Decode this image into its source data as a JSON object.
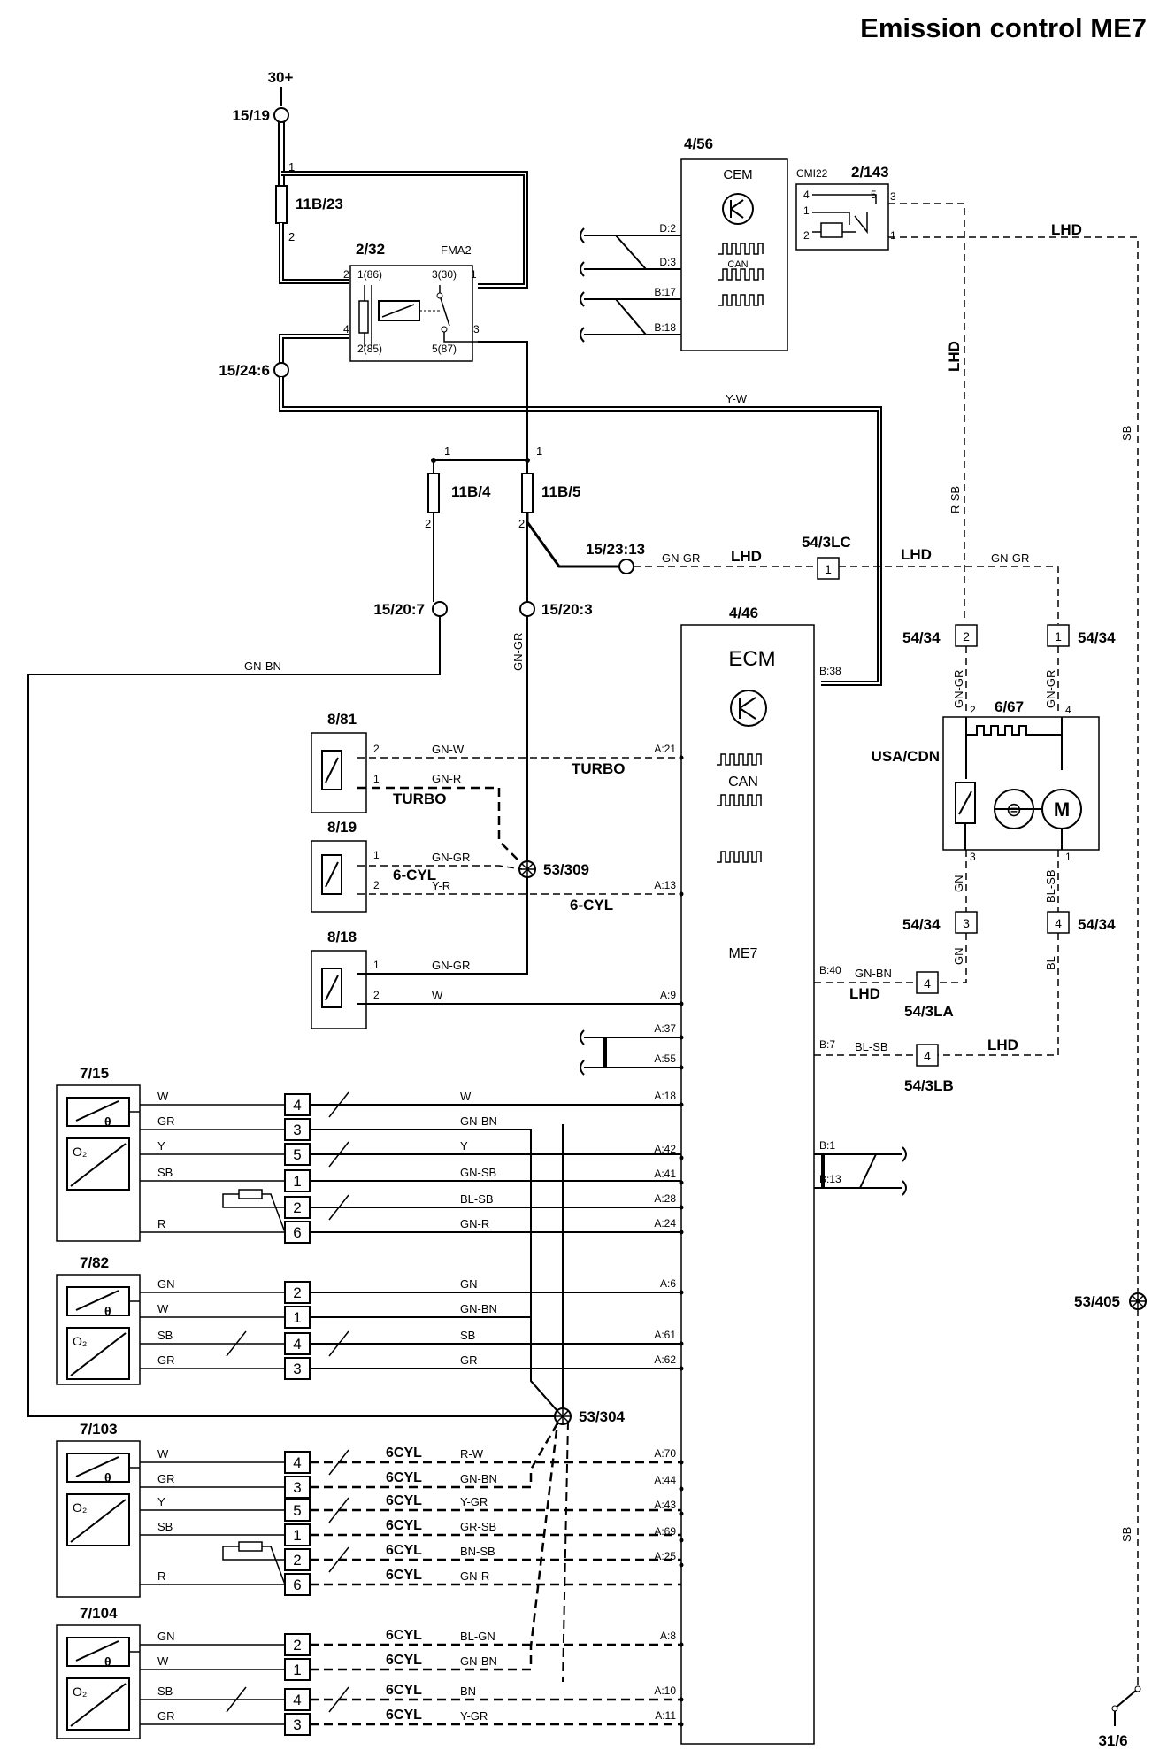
{
  "title": "Emission control ME7",
  "terminals": {
    "t30": "30+",
    "t15_19": "15/19",
    "t15_24_6": "15/24:6",
    "t15_20_7": "15/20:7",
    "t15_20_3": "15/20:3",
    "t15_23_13": "15/23:13",
    "t31_6": "31/6"
  },
  "fuses": {
    "f11b23": "11B/23",
    "f11b4": "11B/4",
    "f11b5": "11B/5"
  },
  "relay": {
    "id": "2/32",
    "name": "FMA2",
    "p86": "1(86)",
    "p30": "3(30)",
    "p85": "2(85)",
    "p87": "5(87)"
  },
  "cem": {
    "id": "4/56",
    "name": "CEM",
    "can": "CAN",
    "pins": [
      "D:2",
      "D:3",
      "B:17",
      "B:18"
    ]
  },
  "connector_2_143": {
    "id": "2/143",
    "label": "CMI22"
  },
  "ecm": {
    "id": "4/46",
    "name": "ECM",
    "can": "CAN",
    "me7": "ME7",
    "left_pins": [
      "A:21",
      "A:13",
      "A:9",
      "A:37",
      "A:55",
      "A:18",
      "A:42",
      "A:41",
      "A:28",
      "A:24",
      "A:6",
      "A:61",
      "A:62",
      "A:70",
      "A:44",
      "A:43",
      "A:69",
      "A:25",
      "A:8",
      "A:10",
      "A:11"
    ],
    "right_pins": [
      "B:38",
      "B:40",
      "B:7",
      "B:1",
      "B:13"
    ]
  },
  "components": {
    "c8_81": "8/81",
    "c8_19": "8/19",
    "c8_18": "8/18",
    "c7_15": "7/15",
    "c7_82": "7/82",
    "c7_103": "7/103",
    "c7_104": "7/104",
    "c6_67": "6/67",
    "usa_cdn": "USA/CDN"
  },
  "splices": {
    "s53_309": "53/309",
    "s53_304": "53/304",
    "s53_405": "53/405"
  },
  "connectors": {
    "c54_3lc": "54/3LC",
    "c54_3la": "54/3LA",
    "c54_3lb": "54/3LB",
    "c54_34": "54/34"
  },
  "notes": {
    "lhd": "LHD",
    "turbo": "TURBO",
    "cyl6a": "6-CYL",
    "cyl6b": "6CYL"
  },
  "wire_colors": {
    "yw": "Y-W",
    "gngr": "GN-GR",
    "gnbn": "GN-BN",
    "gnw": "GN-W",
    "gnr": "GN-R",
    "yr": "Y-R",
    "w": "W",
    "gr": "GR",
    "y": "Y",
    "sb": "SB",
    "r": "R",
    "gnsb": "GN-SB",
    "blsb": "BL-SB",
    "gn": "GN",
    "rw": "R-W",
    "ygr": "Y-GR",
    "grsb": "GR-SB",
    "bnsb": "BN-SB",
    "blgn": "BL-GN",
    "bn": "BN",
    "rsb": "R-SB",
    "bl": "BL"
  }
}
